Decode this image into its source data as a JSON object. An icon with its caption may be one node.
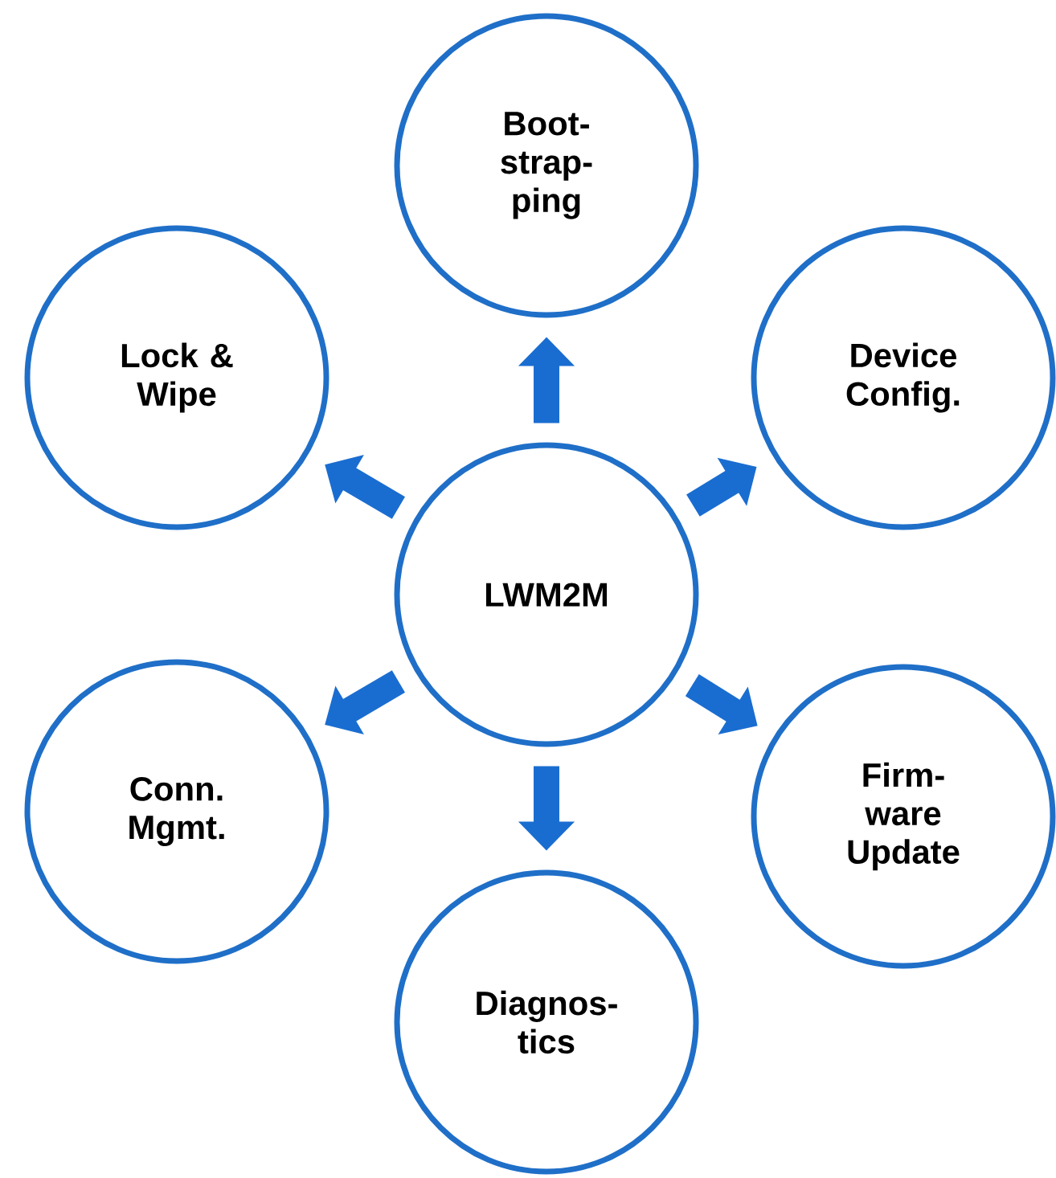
{
  "diagram": {
    "nodes": [
      {
        "text": [
          "LWM2M"
        ]
      },
      {
        "text": [
          "Boot- strap- ping"
        ]
      },
      {
        "text": [
          "Device Config."
        ]
      },
      {
        "text": [
          "Firm- ware Update"
        ]
      },
      {
        "text": [
          "Diagnos- tics"
        ]
      },
      {
        "text": [
          "Conn. Mgmt."
        ]
      },
      {
        "text": [
          "Lock & Wipe"
        ]
      }
    ],
    "edges": [
      {
        "from": 0,
        "to": 1,
        "arrow": "to"
      },
      {
        "from": 0,
        "to": 2,
        "arrow": "to"
      },
      {
        "from": 0,
        "to": 3,
        "arrow": "to"
      },
      {
        "from": 0,
        "to": 4,
        "arrow": "to"
      },
      {
        "from": 0,
        "to": 5,
        "arrow": "to"
      },
      {
        "from": 0,
        "to": 6,
        "arrow": "to"
      }
    ]
  }
}
